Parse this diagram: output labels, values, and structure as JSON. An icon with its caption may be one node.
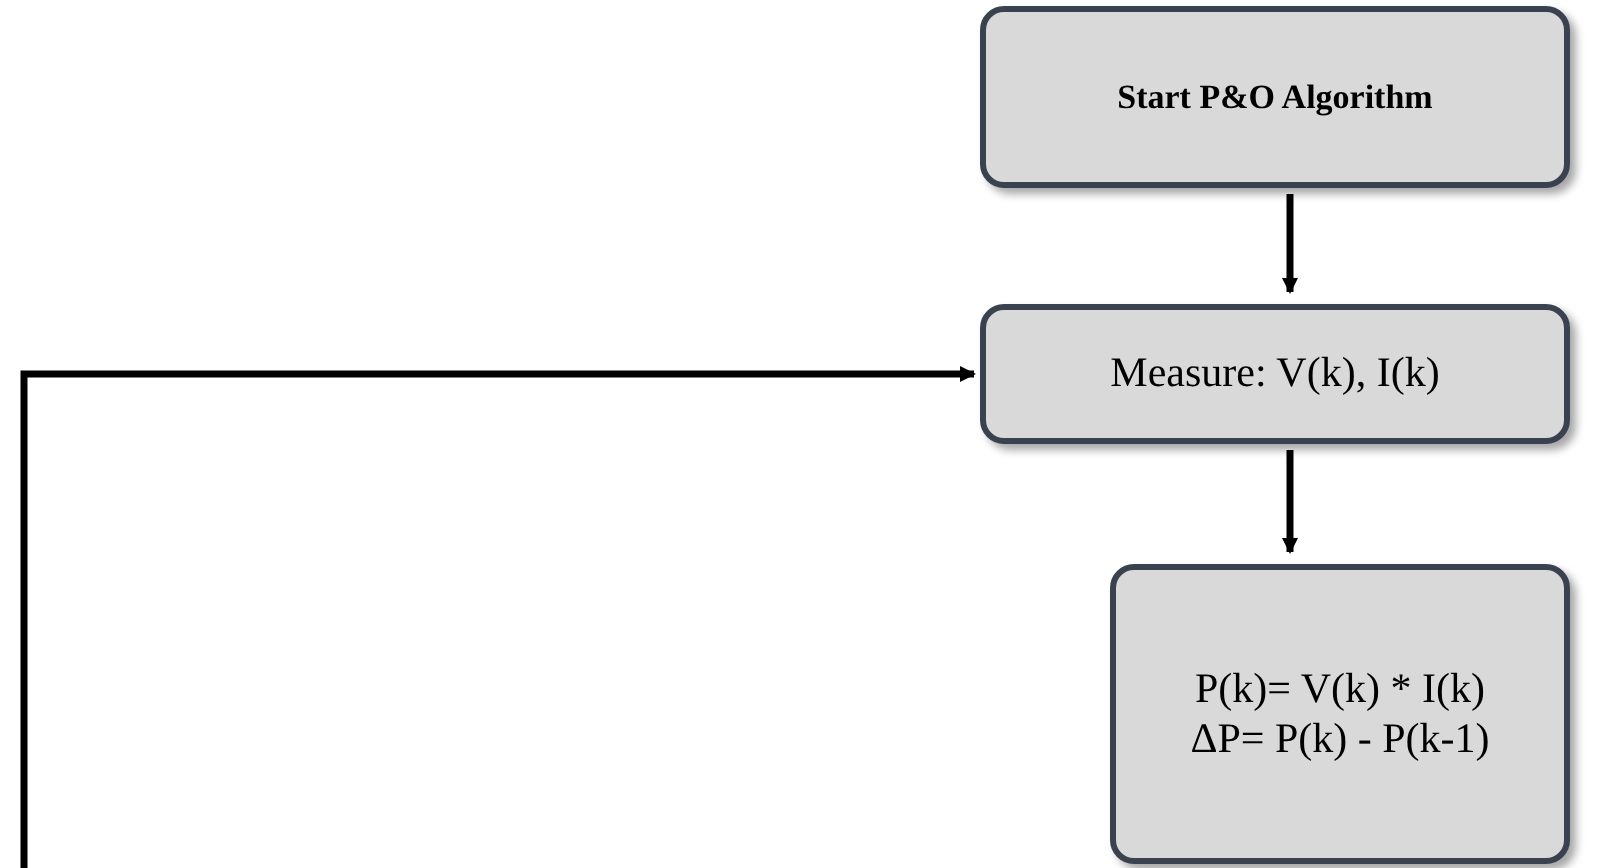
{
  "diagram": {
    "nodes": [
      {
        "text": [
          "Start P&O Algorithm"
        ]
      },
      {
        "text": [
          "Measure: V(k), I(k)"
        ]
      },
      {
        "text": [
          "P(k)= V(k) * I(k) ΔP= P(k) - P(k-1)"
        ]
      }
    ],
    "edges": [
      {
        "from": 0,
        "to": 1,
        "arrow": "to"
      },
      {
        "from": 1,
        "to": 2,
        "arrow": "to"
      },
      {
        "from": null,
        "to": 1,
        "arrow": "to"
      }
    ]
  }
}
